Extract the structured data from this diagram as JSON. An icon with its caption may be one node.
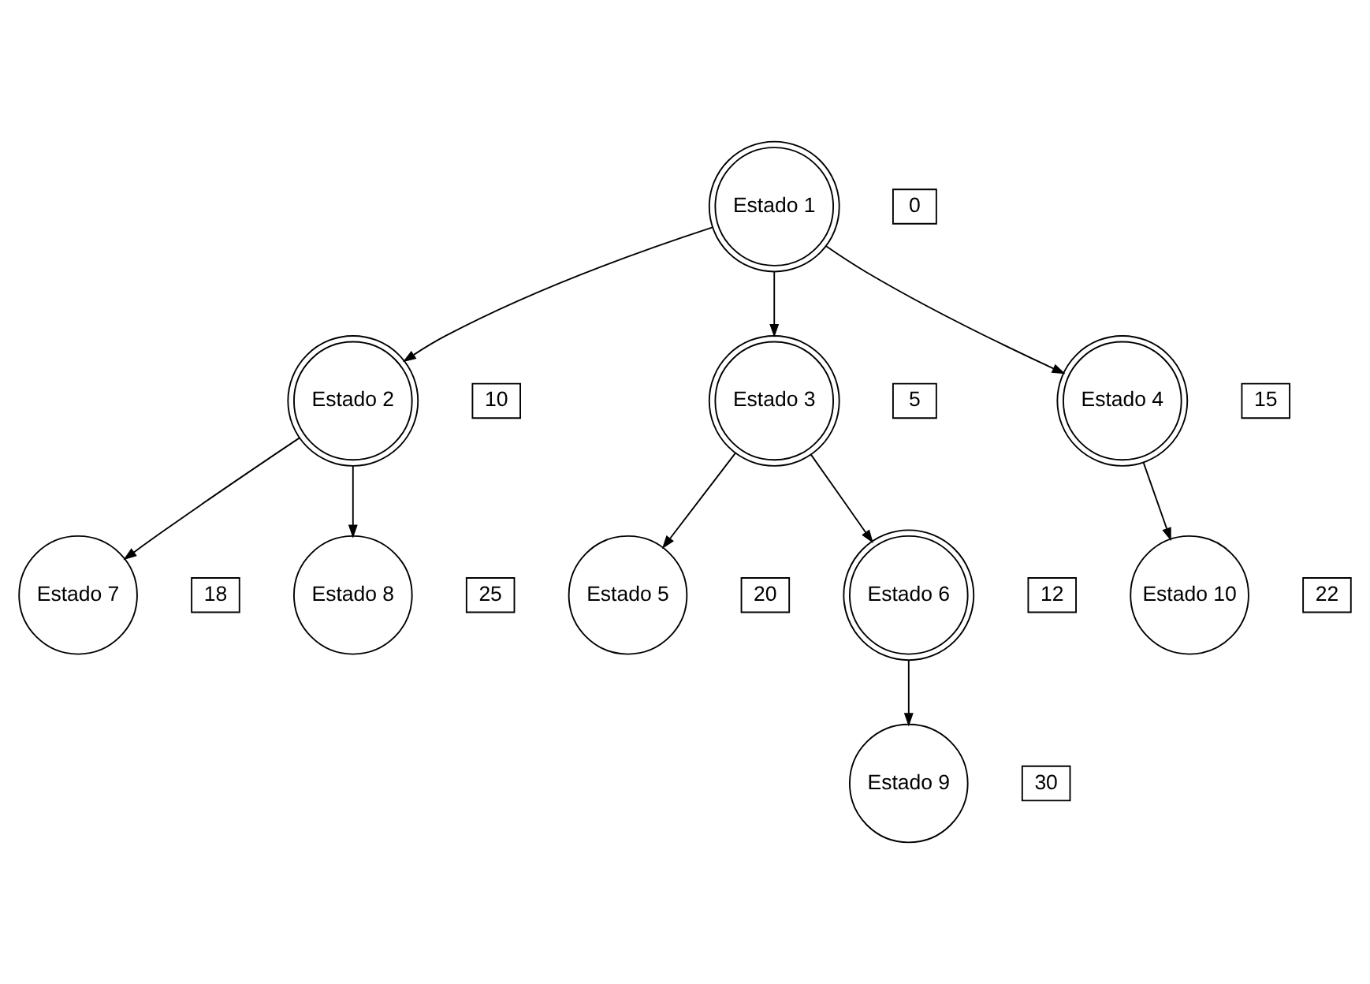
{
  "diagram": {
    "nodes": [
      {
        "text": [
          "Estado 1"
        ],
        "beside": [
          "0"
        ]
      },
      {
        "text": [
          "Estado 2"
        ],
        "beside": [
          "10"
        ]
      },
      {
        "text": [
          "Estado 3"
        ],
        "beside": [
          "5"
        ]
      },
      {
        "text": [
          "Estado 4"
        ],
        "beside": [
          "15"
        ]
      },
      {
        "text": [
          "Estado 7"
        ],
        "beside": [
          "18"
        ]
      },
      {
        "text": [
          "Estado 8"
        ],
        "beside": [
          "25"
        ]
      },
      {
        "text": [
          "Estado 5"
        ],
        "beside": [
          "20"
        ]
      },
      {
        "text": [
          "Estado 6"
        ],
        "beside": [
          "12"
        ]
      },
      {
        "text": [
          "Estado 10"
        ],
        "beside": [
          "22"
        ]
      },
      {
        "text": [
          "Estado 9"
        ],
        "beside": [
          "30"
        ]
      }
    ],
    "edges": [
      {
        "from": 0,
        "to": 1,
        "arrow": "to"
      },
      {
        "from": 0,
        "to": 2,
        "arrow": "to"
      },
      {
        "from": 0,
        "to": 3,
        "arrow": "to"
      },
      {
        "from": 1,
        "to": 4,
        "arrow": "to"
      },
      {
        "from": 1,
        "to": 5,
        "arrow": "to"
      },
      {
        "from": 2,
        "to": 6,
        "arrow": "to"
      },
      {
        "from": 2,
        "to": 7,
        "arrow": "to"
      },
      {
        "from": 3,
        "to": 8,
        "arrow": "to"
      },
      {
        "from": 7,
        "to": 9,
        "arrow": "to"
      }
    ]
  }
}
